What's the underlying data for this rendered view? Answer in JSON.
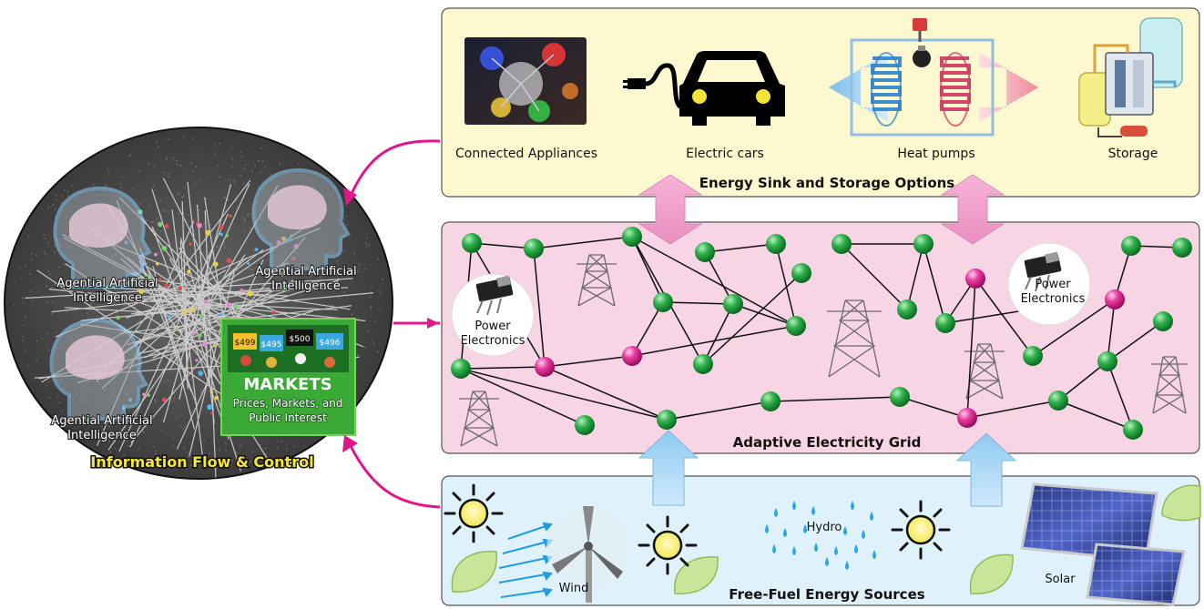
{
  "sink_panel": {
    "title": "Energy Sink and Storage Options",
    "items": [
      {
        "label": "Connected Appliances",
        "icon": "rgb-led-lights-icon"
      },
      {
        "label": "Electric cars",
        "icon": "electric-car-plug-icon"
      },
      {
        "label": "Heat pumps",
        "icon": "heat-pump-icon"
      },
      {
        "label": "Storage",
        "icon": "storage-tanks-icon"
      }
    ]
  },
  "grid_panel": {
    "title": "Adaptive Electricity Grid",
    "power_electronics_left": "Power\nElectronics",
    "power_electronics_right": "Power\nElectronics"
  },
  "sources_panel": {
    "title": "Free-Fuel Energy Sources",
    "wind_label": "Wind",
    "hydro_label": "Hydro",
    "solar_label": "Solar"
  },
  "info_circle": {
    "title": "Information Flow & Control",
    "agent_label_1": "Agential Artificial\nIntelligence",
    "agent_label_2": "Agential Artificial\nIntelligence",
    "agent_label_3": "Agential Artificial\nIntelligence",
    "markets_title": "MARKETS",
    "markets_subtitle": "Prices, Markets, and\nPublic Interest",
    "prices": [
      "$499",
      "$495",
      "$500",
      "$496"
    ]
  },
  "colors": {
    "sink_bg": "#fdf8cf",
    "grid_bg": "#f7d5e5",
    "sources_bg": "#dff1fb",
    "connector": "#e0178a",
    "green_node": "#1f9a3b",
    "pink_node": "#e0178a",
    "markets_bg": "#3aa935"
  }
}
